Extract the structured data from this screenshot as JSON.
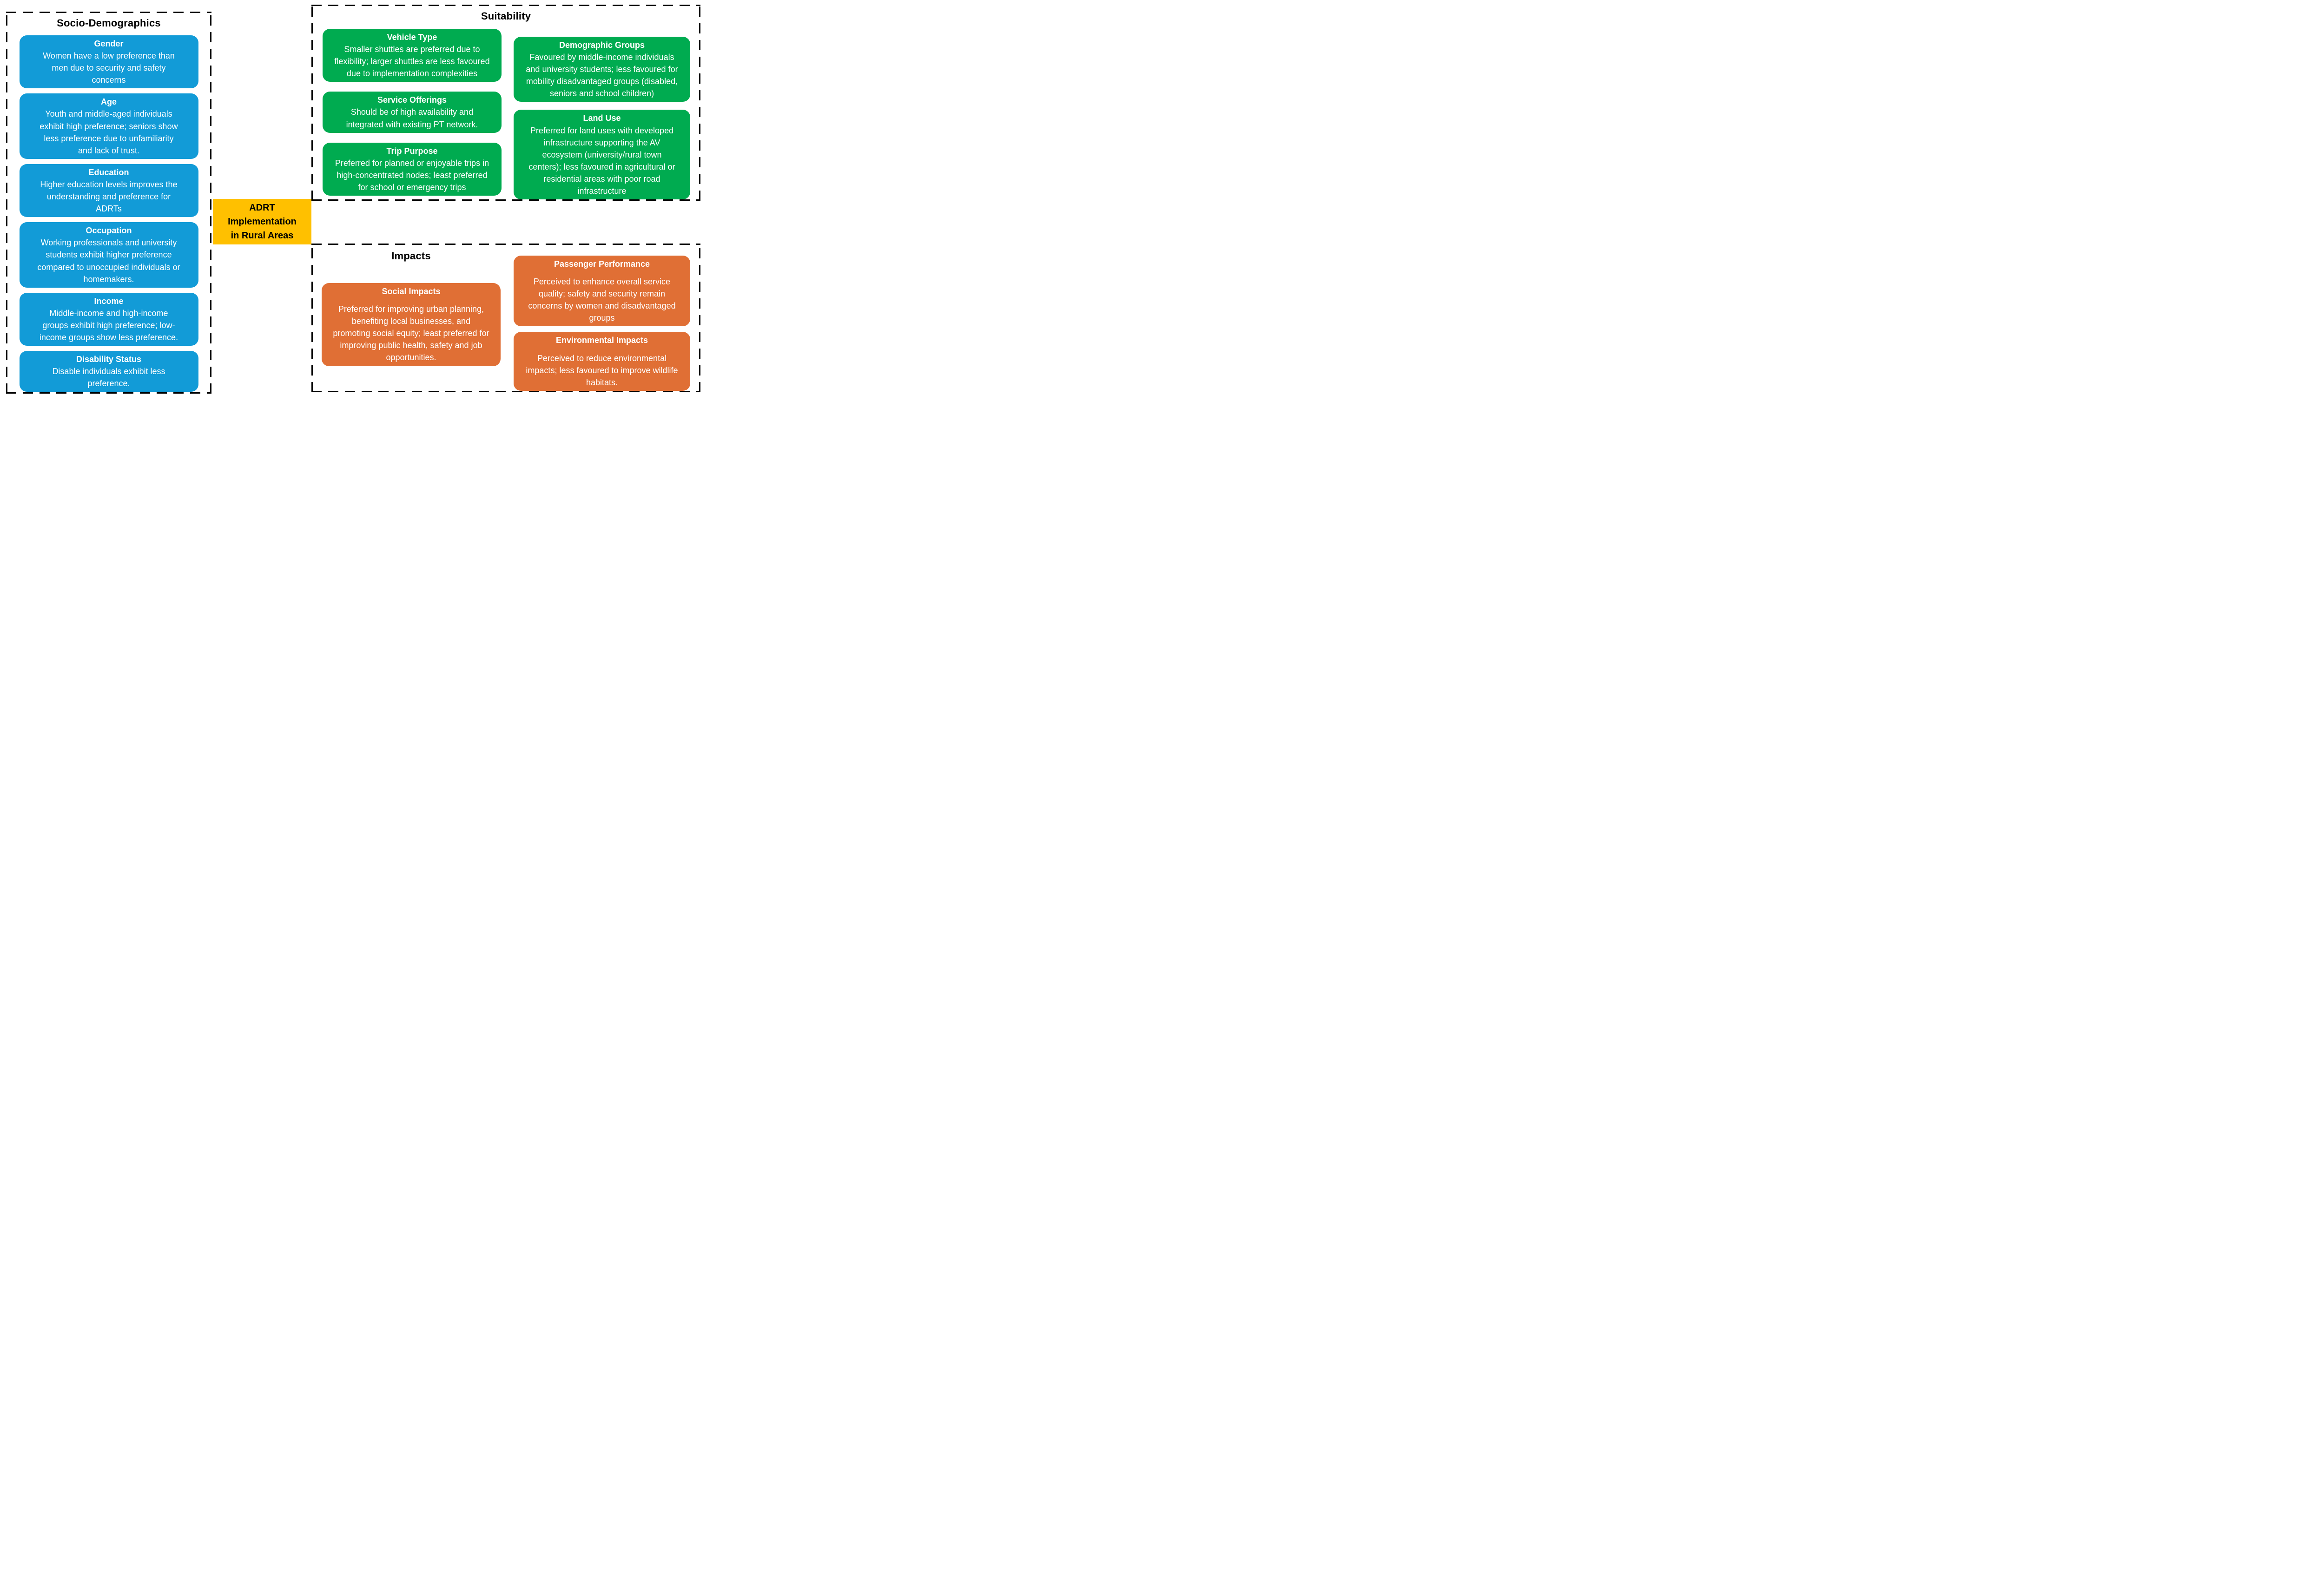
{
  "colors": {
    "blue_card": "#129BD7",
    "green_card": "#00AB50",
    "orange_card": "#E06F35",
    "yellow_center": "#FFC000",
    "border": "#000000",
    "card_text": "#FFFFFF",
    "title_text": "#000000"
  },
  "center_node": {
    "lines": [
      "ADRT",
      "Implementation",
      "in Rural Areas"
    ]
  },
  "sections": {
    "socio_demographics": {
      "title": "Socio-Demographics",
      "cards": [
        {
          "heading": "Gender",
          "body": "Women have a low preference than men due to security and safety concerns"
        },
        {
          "heading": "Age",
          "body": "Youth and middle-aged individuals exhibit high preference; seniors show less preference due to unfamiliarity and lack of trust."
        },
        {
          "heading": "Education",
          "body": "Higher education levels improves the understanding and preference for ADRTs"
        },
        {
          "heading": "Occupation",
          "body": "Working professionals and university students exhibit higher preference compared to unoccupied individuals or homemakers."
        },
        {
          "heading": "Income",
          "body": "Middle-income and high-income groups exhibit high preference; low-income groups show less preference."
        },
        {
          "heading": "Disability Status",
          "body": "Disable individuals exhibit less preference."
        }
      ]
    },
    "suitability": {
      "title": "Suitability",
      "left_cards": [
        {
          "heading": "Vehicle Type",
          "body": "Smaller shuttles are preferred due to flexibility; larger shuttles are less favoured due to implementation complexities"
        },
        {
          "heading": "Service Offerings",
          "body": "Should be of high availability and integrated with existing PT network."
        },
        {
          "heading": "Trip Purpose",
          "body": "Preferred for planned or enjoyable trips in high-concentrated nodes; least preferred for school or emergency trips"
        }
      ],
      "right_cards": [
        {
          "heading": "Demographic Groups",
          "body": "Favoured by middle-income individuals and university students; less favoured for mobility disadvantaged groups (disabled, seniors and school children)"
        },
        {
          "heading": "Land Use",
          "body": "Preferred for land uses with developed infrastructure supporting the AV ecosystem (university/rural town centers); less favoured in agricultural or residential areas with poor road infrastructure"
        }
      ]
    },
    "impacts": {
      "title": "Impacts",
      "left_cards": [
        {
          "heading": "Social Impacts",
          "body": "Preferred for improving urban planning, benefiting local businesses, and promoting social equity; least preferred for improving public health, safety and job opportunities."
        }
      ],
      "right_cards": [
        {
          "heading": "Passenger Performance",
          "body": "Perceived to enhance overall service quality; safety and security remain concerns by women and disadvantaged groups"
        },
        {
          "heading": "Environmental Impacts",
          "body": "Perceived to reduce environmental impacts; less favoured to improve wildlife habitats."
        }
      ]
    }
  }
}
